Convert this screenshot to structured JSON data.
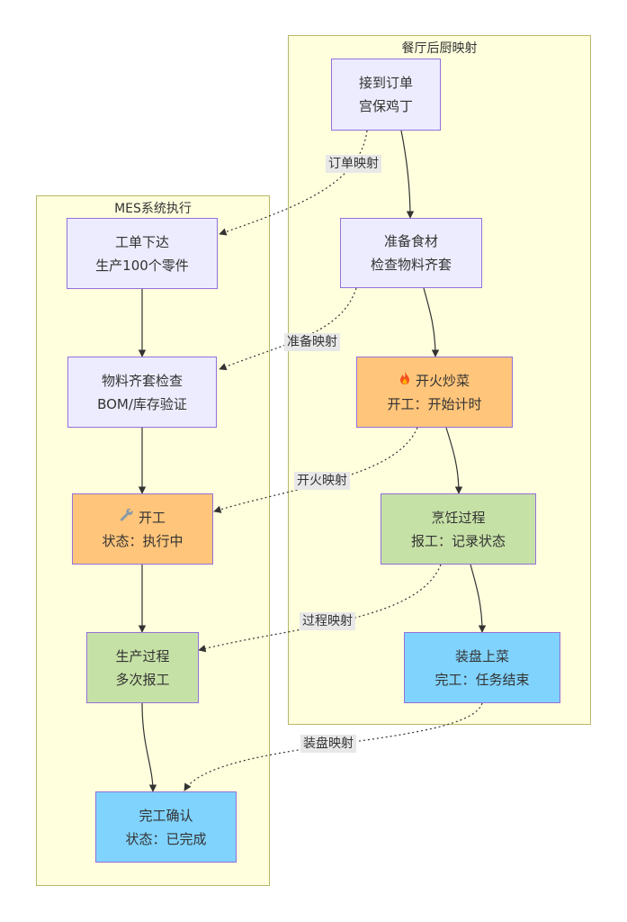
{
  "groups": {
    "mes": {
      "title": "MES系统执行"
    },
    "kitchen": {
      "title": "餐厅后厨映射"
    }
  },
  "colors": {
    "node_default": "#ececfe",
    "node_start": "#ffc57a",
    "node_process": "#c6e1a6",
    "node_done": "#80d3fd",
    "group_fill": "#ffffde",
    "group_border": "#b7b768",
    "edge": "#333333",
    "label_bg": "#e8e8e8"
  },
  "nodes": {
    "k_order": {
      "line1": "接到订单",
      "line2": "宫保鸡丁"
    },
    "k_prep": {
      "line1": "准备食材",
      "line2": "检查物料齐套"
    },
    "k_fire": {
      "icon": "fire-icon",
      "line1": "开火炒菜",
      "line2": "开工：开始计时"
    },
    "k_cook": {
      "line1": "烹饪过程",
      "line2": "报工：记录状态"
    },
    "k_plate": {
      "line1": "装盘上菜",
      "line2": "完工：任务结束"
    },
    "m_order": {
      "line1": "工单下达",
      "line2": "生产100个零件"
    },
    "m_kit": {
      "line1": "物料齐套检查",
      "line2": "BOM/库存验证"
    },
    "m_start": {
      "icon": "wrench-icon",
      "line1": "开工",
      "line2": "状态：执行中"
    },
    "m_process": {
      "line1": "生产过程",
      "line2": "多次报工"
    },
    "m_done": {
      "line1": "完工确认",
      "line2": "状态：已完成"
    }
  },
  "edge_labels": {
    "order_map": "订单映射",
    "prep_map": "准备映射",
    "fire_map": "开火映射",
    "process_map": "过程映射",
    "plate_map": "装盘映射"
  }
}
